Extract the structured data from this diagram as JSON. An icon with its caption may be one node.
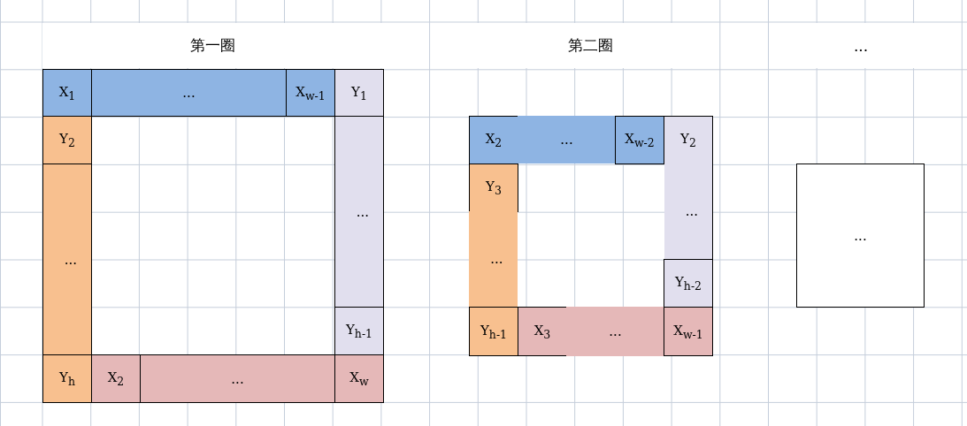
{
  "diagram": {
    "nodes": [
      {
        "text": [
          "X$_{1}$"
        ]
      },
      {
        "text": [
          "..."
        ]
      },
      {
        "text": [
          "X$_{w-1}$"
        ]
      },
      {
        "text": [
          "Y$_{1}$"
        ]
      },
      {
        "text": [
          "Y$_{2}$"
        ]
      },
      {
        "text": [
          "..."
        ]
      },
      {
        "text": [
          "..."
        ]
      },
      {
        "text": [
          "Y$_{h-1}$"
        ]
      },
      {
        "text": [
          "Y$_{h}$"
        ]
      },
      {
        "text": [
          "X$_{2}$"
        ]
      },
      {
        "text": [
          "..."
        ]
      },
      {
        "text": [
          "X$_{w}$"
        ]
      },
      {
        "text": [
          "X$_{2}$"
        ]
      },
      {
        "text": [
          "..."
        ]
      },
      {
        "text": [
          "X$_{w-2}$"
        ]
      },
      {
        "text": [
          "Y$_{2}$"
        ]
      },
      {
        "text": [
          "Y$_{3}$"
        ]
      },
      {
        "text": [
          "..."
        ]
      },
      {
        "text": [
          "..."
        ]
      },
      {
        "text": [
          "Y$_{h-2}$"
        ]
      },
      {
        "text": [
          "Y$_{h-1}$"
        ]
      },
      {
        "text": [
          "X$_{3}$"
        ]
      },
      {
        "text": [
          "..."
        ]
      },
      {
        "text": [
          "X$_{w-1}$"
        ]
      },
      {
        "text": [
          "..."
        ]
      }
    ],
    "labels": [
      "第一圈",
      "第二圈",
      "..."
    ]
  }
}
